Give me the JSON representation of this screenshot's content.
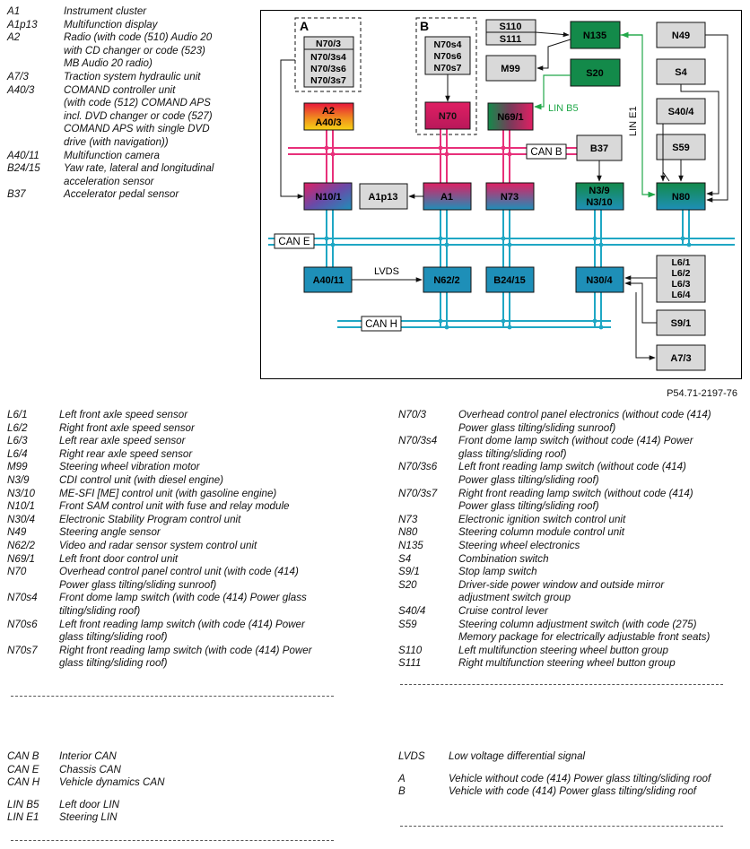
{
  "legend_top": [
    {
      "code": "A1",
      "desc": "Instrument cluster"
    },
    {
      "code": "A1p13",
      "desc": "Multifunction display"
    },
    {
      "code": "A2",
      "desc": "Radio (with code (510) Audio 20\nwith CD changer or code (523)\nMB Audio 20 radio)"
    },
    {
      "code": "A7/3",
      "desc": "Traction system hydraulic unit"
    },
    {
      "code": "A40/3",
      "desc": "COMAND controller unit\n(with code (512) COMAND APS\nincl. DVD changer or code (527)\nCOMAND APS with single DVD\ndrive (with navigation))"
    },
    {
      "code": "A40/11",
      "desc": "Multifunction camera"
    },
    {
      "code": "B24/15",
      "desc": "Yaw rate, lateral and longitudinal\nacceleration sensor"
    },
    {
      "code": "B37",
      "desc": "Accelerator pedal sensor"
    }
  ],
  "legend_left": [
    {
      "code": "L6/1",
      "desc": "Left front axle speed sensor"
    },
    {
      "code": "L6/2",
      "desc": "Right front axle speed sensor"
    },
    {
      "code": "L6/3",
      "desc": "Left rear axle speed sensor"
    },
    {
      "code": "L6/4",
      "desc": "Right rear axle speed sensor"
    },
    {
      "code": "M99",
      "desc": "Steering wheel vibration motor"
    },
    {
      "code": "N3/9",
      "desc": "CDI control unit (with diesel engine)"
    },
    {
      "code": "N3/10",
      "desc": "ME-SFI [ME] control unit (with gasoline engine)"
    },
    {
      "code": "N10/1",
      "desc": "Front SAM control unit with fuse and relay module"
    },
    {
      "code": "N30/4",
      "desc": "Electronic Stability Program control unit"
    },
    {
      "code": "N49",
      "desc": "Steering angle sensor"
    },
    {
      "code": "N62/2",
      "desc": "Video and radar sensor system control unit"
    },
    {
      "code": "N69/1",
      "desc": "Left front door control unit"
    },
    {
      "code": "N70",
      "desc": "Overhead control panel control unit (with code (414)\nPower glass tilting/sliding sunroof)"
    },
    {
      "code": "N70s4",
      "desc": "Front dome lamp switch (with code (414) Power glass\ntilting/sliding roof)"
    },
    {
      "code": "N70s6",
      "desc": "Left front reading lamp switch (with code (414) Power\nglass tilting/sliding roof)"
    },
    {
      "code": "N70s7",
      "desc": "Right front reading lamp switch (with code (414) Power\nglass tilting/sliding roof)"
    }
  ],
  "legend_right": [
    {
      "code": "N70/3",
      "desc": "Overhead control panel electronics (without code (414)\nPower glass tilting/sliding sunroof)"
    },
    {
      "code": "N70/3s4",
      "desc": "Front dome lamp switch (without code (414) Power\nglass tilting/sliding roof)"
    },
    {
      "code": "N70/3s6",
      "desc": "Left front reading lamp switch (without code (414)\nPower glass tilting/sliding roof)"
    },
    {
      "code": "N70/3s7",
      "desc": "Right front reading lamp switch (without code (414)\nPower glass tilting/sliding roof)"
    },
    {
      "code": "N73",
      "desc": "Electronic ignition switch control unit"
    },
    {
      "code": "N80",
      "desc": "Steering column module control unit"
    },
    {
      "code": "N135",
      "desc": "Steering wheel electronics"
    },
    {
      "code": "S4",
      "desc": "Combination switch"
    },
    {
      "code": "S9/1",
      "desc": "Stop lamp switch"
    },
    {
      "code": "S20",
      "desc": "Driver-side power window and outside mirror\nadjustment switch group"
    },
    {
      "code": "S40/4",
      "desc": "Cruise control lever"
    },
    {
      "code": "S59",
      "desc": "Steering column adjustment switch     (with code (275)\nMemory package for electrically adjustable front seats)"
    },
    {
      "code": "S110",
      "desc": "Left multifunction steering wheel button group"
    },
    {
      "code": "S111",
      "desc": "Right multifunction steering wheel button group"
    }
  ],
  "abbr_left_1": [
    {
      "code": "CAN B",
      "desc": "Interior CAN"
    },
    {
      "code": "CAN E",
      "desc": "Chassis CAN"
    },
    {
      "code": "CAN H",
      "desc": "Vehicle dynamics CAN"
    }
  ],
  "abbr_left_2": [
    {
      "code": "LIN B5",
      "desc": "Left door LIN"
    },
    {
      "code": "LIN E1",
      "desc": "Steering LIN"
    }
  ],
  "abbr_right_1": [
    {
      "code": "LVDS",
      "desc": "Low voltage differential signal"
    }
  ],
  "abbr_right_2": [
    {
      "code": "A",
      "desc": "Vehicle without code (414) Power glass tilting/sliding roof"
    },
    {
      "code": "B",
      "desc": "Vehicle with code (414) Power glass tilting/sliding roof"
    }
  ],
  "diagram": {
    "reference": "P54.71-2197-76",
    "group_a_label": "A",
    "group_b_label": "B",
    "group_a_header": "N70/3",
    "group_a_lines": [
      "N70/3s4",
      "N70/3s6",
      "N70/3s7"
    ],
    "group_b_lines": [
      "N70s4",
      "N70s6",
      "N70s7"
    ],
    "units": {
      "a2": [
        "A2",
        "A40/3"
      ],
      "n70": "N70",
      "n69_1": "N69/1",
      "s110": [
        "S110",
        "S111"
      ],
      "n135": "N135",
      "m99": "M99",
      "s20": "S20",
      "n49": "N49",
      "s4": "S4",
      "s40_4": "S40/4",
      "s59": "S59",
      "b37": "B37",
      "n10_1": "N10/1",
      "a1p13": "A1p13",
      "a1": "A1",
      "n73": "N73",
      "n3_9": [
        "N3/9",
        "N3/10"
      ],
      "n80": "N80",
      "a40_11": "A40/11",
      "n62_2": "N62/2",
      "b24_15": "B24/15",
      "n30_4": "N30/4",
      "l6": [
        "L6/1",
        "L6/2",
        "L6/3",
        "L6/4"
      ],
      "s9_1": "S9/1",
      "a7_3": "A7/3"
    },
    "bus_labels": {
      "can_b": "CAN B",
      "can_e": "CAN E",
      "can_h": "CAN H",
      "lin_b5": "LIN B5",
      "lin_e1": "LIN E1",
      "lvds": "LVDS"
    },
    "colors": {
      "can_b": "#e8307a",
      "can_e": "#1fa7c4",
      "can_h": "#1fa7c4",
      "lin": "#22a84a",
      "unit_gray": "#d9d9d9",
      "unit_green": "#138a4a",
      "unit_teal": "#1e8fb8"
    }
  }
}
